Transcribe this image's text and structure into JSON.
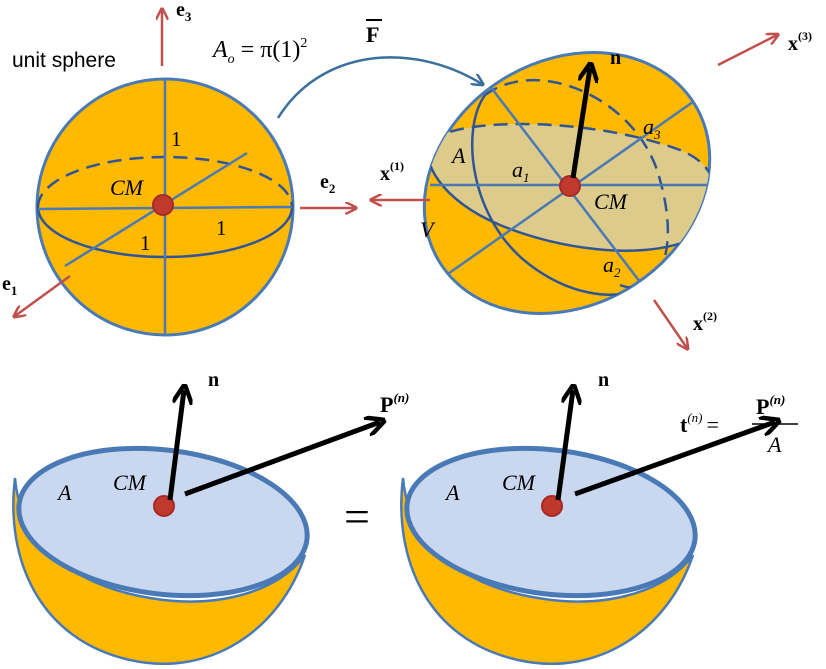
{
  "labels": {
    "e3": "e",
    "e3_sub": "3",
    "e2": "e",
    "e2_sub": "2",
    "e1": "e",
    "e1_sub": "1",
    "unit_sphere": "unit sphere",
    "area_A": "A",
    "area_sub_o": "o",
    "area_eq": " = π(1)",
    "area_exp": "2",
    "one_top": "1",
    "one_left": "1",
    "one_right": "1",
    "cm": "CM",
    "fbar": "F",
    "x1": "x",
    "x1_sup": "(1)",
    "x2": "x",
    "x2_sup": "(2)",
    "x3": "x",
    "x3_sup": "(3)",
    "n": "n",
    "a1": "a",
    "a1_sub": "1",
    "a2": "a",
    "a2_sub": "2",
    "a3": "a",
    "a3_sub": "3",
    "A": "A",
    "V": "V",
    "P": "P",
    "P_sup": "(n)",
    "equals": "=",
    "t": "t",
    "t_sup": "(n)",
    "t_eq": "=",
    "t_num": "P",
    "t_num_sup": "(n)",
    "t_den": "A"
  },
  "colors": {
    "fill": "#FFB900",
    "stroke": "#4A7AB5",
    "arrow_red": "#C0504D",
    "cm_dot": "#C0392B",
    "plane_fill": "#DCCB8A",
    "cut_face": "#C9D7EF",
    "black": "#000000"
  }
}
